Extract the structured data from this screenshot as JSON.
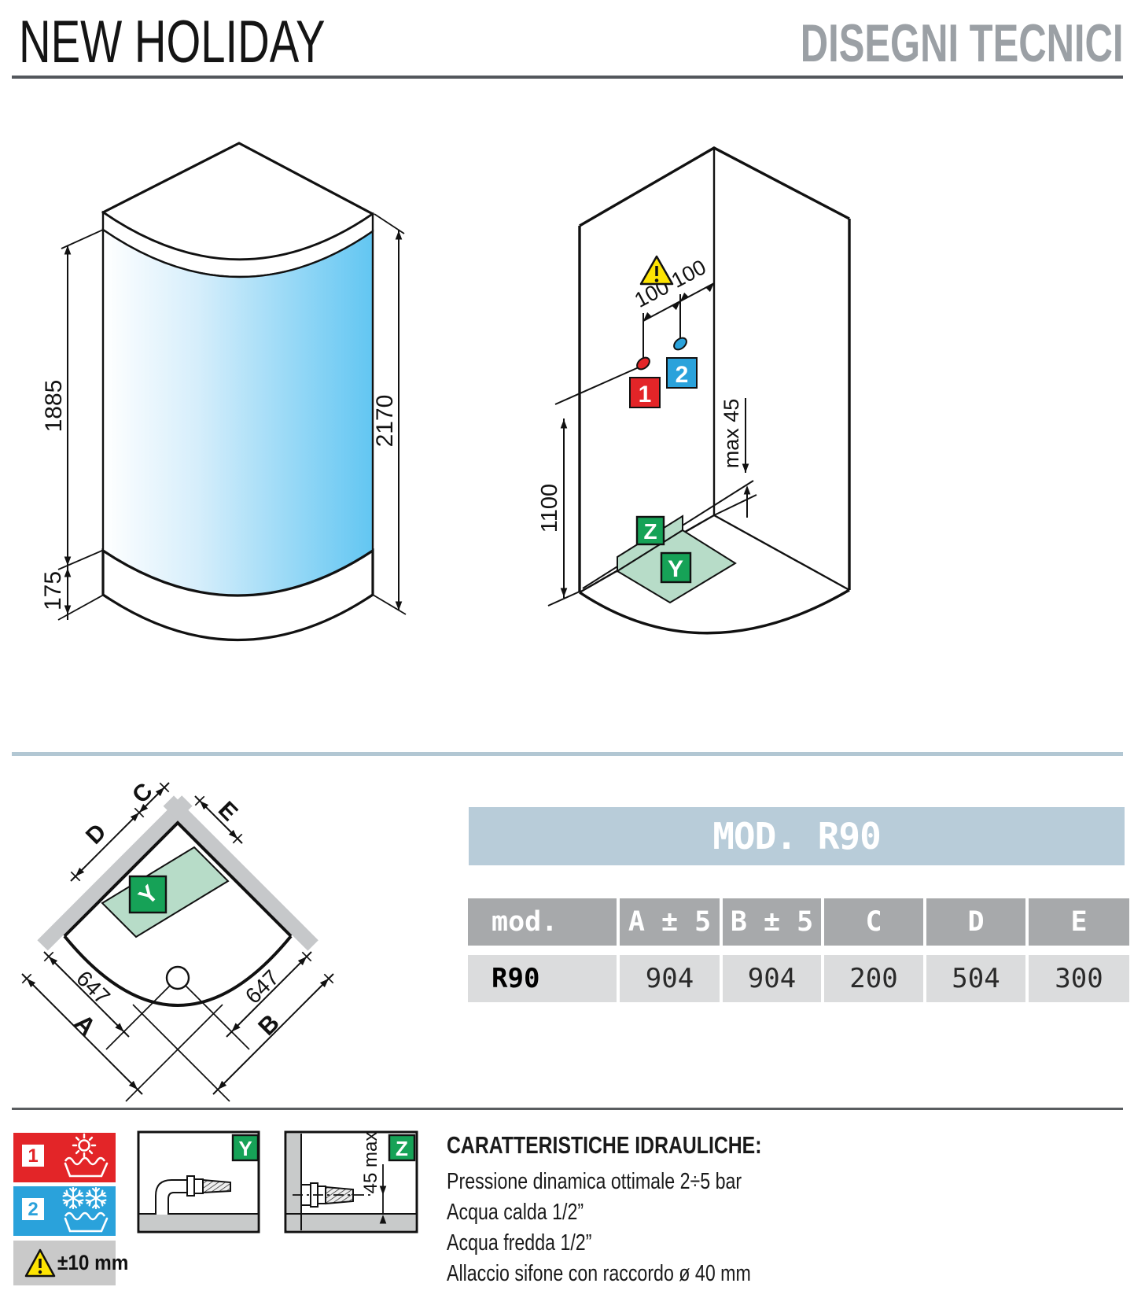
{
  "header": {
    "product": "NEW HOLIDAY",
    "section": "DISEGNI TECNICI"
  },
  "front_view": {
    "glass_height": "1885",
    "tray_height": "175",
    "total_height": "2170"
  },
  "install_view": {
    "hot_label": "1",
    "cold_label": "2",
    "offset_left": "100",
    "offset_right": "100",
    "drain_max": "max 45",
    "supply_height": "1100",
    "wall_tag": "Z",
    "floor_tag": "Y"
  },
  "plan_view": {
    "dim_c": "C",
    "dim_d": "D",
    "dim_e": "E",
    "radius_left": "647",
    "radius_right": "647",
    "dim_a": "A",
    "dim_b": "B",
    "floor_tag": "Y"
  },
  "model_table": {
    "title": "MOD. R90",
    "columns": [
      "mod.",
      "A ± 5",
      "B ± 5",
      "C",
      "D",
      "E"
    ],
    "rows": [
      [
        "R90",
        "904",
        "904",
        "200",
        "504",
        "300"
      ]
    ]
  },
  "legend": {
    "hot": "1",
    "cold": "2",
    "tolerance": "±10 mm",
    "floor_tag": "Y",
    "wall_tag": "Z",
    "wall_dim": "45 max"
  },
  "hydraulics": {
    "title": "CARATTERISTICHE IDRAULICHE:",
    "lines": [
      "Pressione dinamica ottimale 2÷5 bar",
      "Acqua calda 1/2”",
      "Acqua fredda 1/2”",
      "Allaccio sifone con raccordo ø 40 mm"
    ]
  },
  "colors": {
    "accent_band": "#b8ccd9",
    "table_head": "#a7a9ab",
    "table_row": "#dbdcdd",
    "hot_red": "#e32528",
    "cold_blue": "#2aa2db",
    "tag_green": "#16a257",
    "floor_teal": "#b7dcc8",
    "glass_blue": "#62c6f2",
    "warning_yellow": "#fde403"
  }
}
